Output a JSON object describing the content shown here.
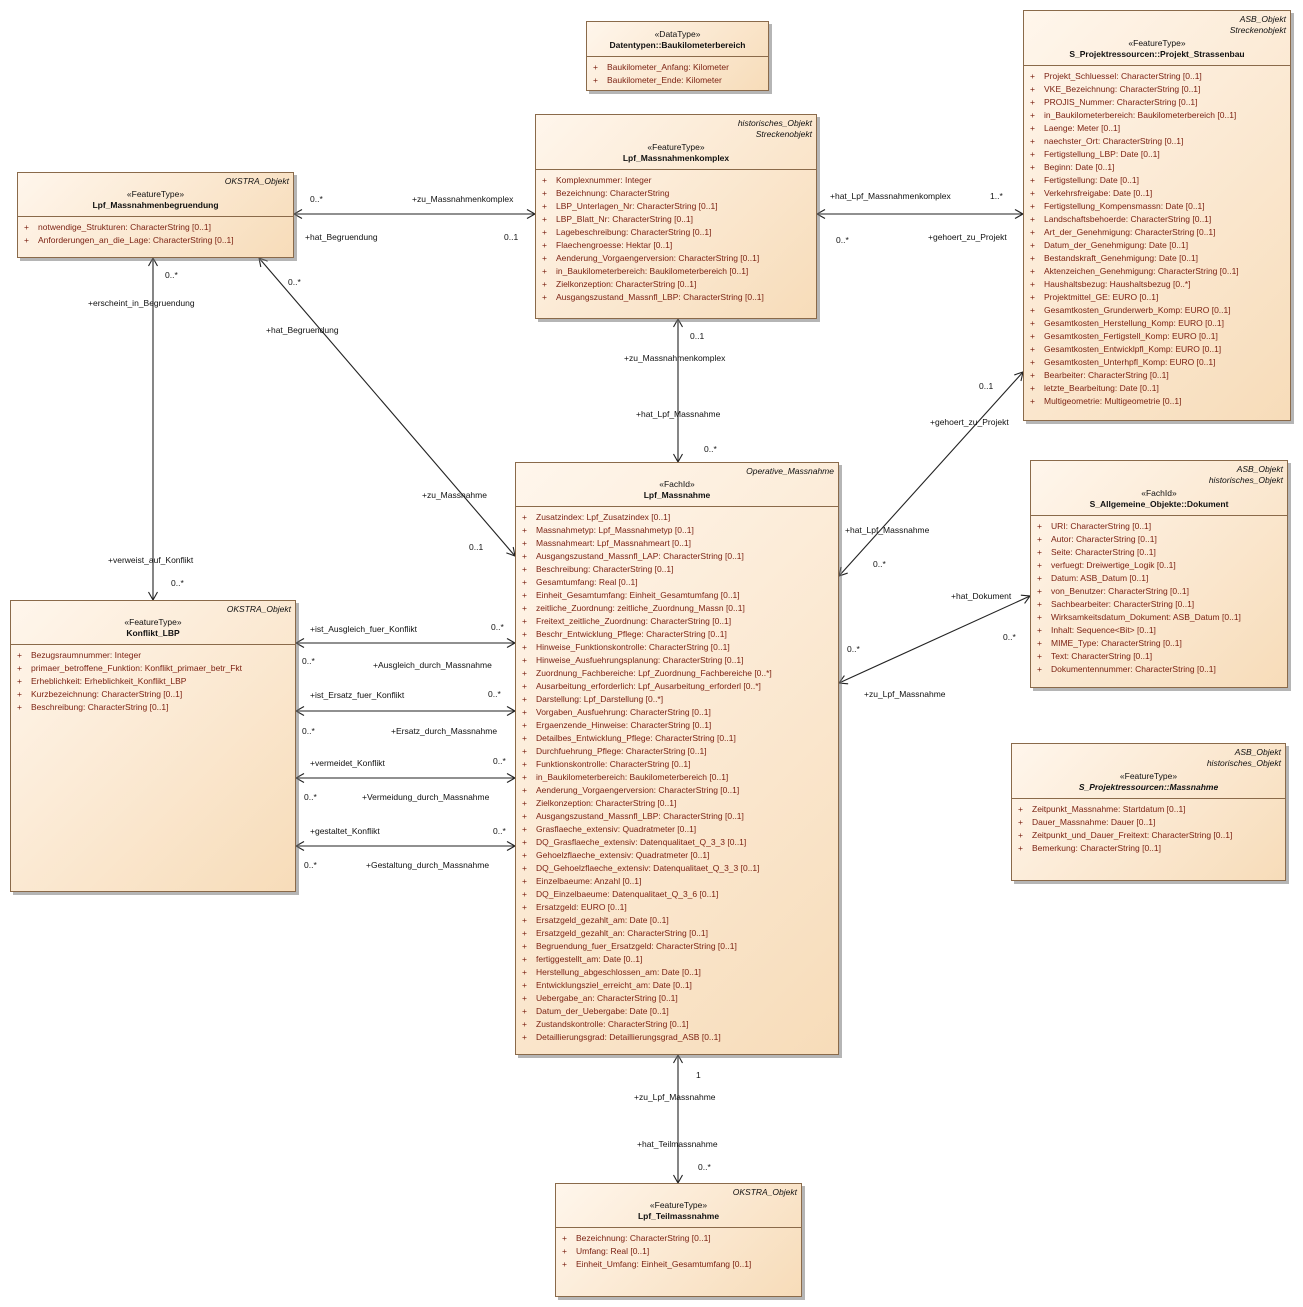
{
  "classes": [
    {
      "id": "baukilometerbereich",
      "parents": [],
      "stereotype": "«DataType»",
      "name": "Datentypen::Baukilometerbereich",
      "italic": false,
      "attributes": [
        {
          "vis": "+",
          "text": "Baukilometer_Anfang: Kilometer"
        },
        {
          "vis": "+",
          "text": "Baukilometer_Ende: Kilometer"
        }
      ]
    },
    {
      "id": "massnahmenkomplex",
      "parents": [
        "historisches_Objekt",
        "Streckenobjekt"
      ],
      "stereotype": "«FeatureType»",
      "name": "Lpf_Massnahmenkomplex",
      "italic": false,
      "attributes": [
        {
          "vis": "+",
          "text": "Komplexnummer: Integer"
        },
        {
          "vis": "+",
          "text": "Bezeichnung: CharacterString"
        },
        {
          "vis": "+",
          "text": "LBP_Unterlagen_Nr: CharacterString [0..1]"
        },
        {
          "vis": "+",
          "text": "LBP_Blatt_Nr: CharacterString [0..1]"
        },
        {
          "vis": "+",
          "text": "Lagebeschreibung: CharacterString [0..1]"
        },
        {
          "vis": "+",
          "text": "Flaechengroesse: Hektar [0..1]"
        },
        {
          "vis": "+",
          "text": "Aenderung_Vorgaengerversion: CharacterString [0..1]"
        },
        {
          "vis": "+",
          "text": "in_Baukilometerbereich: Baukilometerbereich [0..1]"
        },
        {
          "vis": "+",
          "text": "Zielkonzeption: CharacterString [0..1]"
        },
        {
          "vis": "+",
          "text": "Ausgangszustand_Massnfl_LBP: CharacterString [0..1]"
        }
      ]
    },
    {
      "id": "projekt",
      "parents": [
        "ASB_Objekt",
        "Streckenobjekt"
      ],
      "stereotype": "«FeatureType»",
      "name": "S_Projektressourcen::Projekt_Strassenbau",
      "italic": false,
      "attributes": [
        {
          "vis": "+",
          "text": "Projekt_Schluessel: CharacterString [0..1]"
        },
        {
          "vis": "+",
          "text": "VKE_Bezeichnung: CharacterString [0..1]"
        },
        {
          "vis": "+",
          "text": "PROJIS_Nummer: CharacterString [0..1]"
        },
        {
          "vis": "+",
          "text": "in_Baukilometerbereich: Baukilometerbereich [0..1]"
        },
        {
          "vis": "+",
          "text": "Laenge: Meter [0..1]"
        },
        {
          "vis": "+",
          "text": "naechster_Ort: CharacterString [0..1]"
        },
        {
          "vis": "+",
          "text": "Fertigstellung_LBP: Date [0..1]"
        },
        {
          "vis": "+",
          "text": "Beginn: Date [0..1]"
        },
        {
          "vis": "+",
          "text": "Fertigstellung: Date [0..1]"
        },
        {
          "vis": "+",
          "text": "Verkehrsfreigabe: Date [0..1]"
        },
        {
          "vis": "+",
          "text": "Fertigstellung_Kompensmassn: Date [0..1]"
        },
        {
          "vis": "+",
          "text": "Landschaftsbehoerde: CharacterString [0..1]"
        },
        {
          "vis": "+",
          "text": "Art_der_Genehmigung: CharacterString [0..1]"
        },
        {
          "vis": "+",
          "text": "Datum_der_Genehmigung: Date [0..1]"
        },
        {
          "vis": "+",
          "text": "Bestandskraft_Genehmigung: Date [0..1]"
        },
        {
          "vis": "+",
          "text": "Aktenzeichen_Genehmigung: CharacterString [0..1]"
        },
        {
          "vis": "+",
          "text": "Haushaltsbezug: Haushaltsbezug [0..*]"
        },
        {
          "vis": "+",
          "text": "Projektmittel_GE: EURO [0..1]"
        },
        {
          "vis": "+",
          "text": "Gesamtkosten_Grunderwerb_Komp: EURO [0..1]"
        },
        {
          "vis": "+",
          "text": "Gesamtkosten_Herstellung_Komp: EURO [0..1]"
        },
        {
          "vis": "+",
          "text": "Gesamtkosten_Fertigstell_Komp: EURO [0..1]"
        },
        {
          "vis": "+",
          "text": "Gesamtkosten_Entwicklpfl_Komp: EURO [0..1]"
        },
        {
          "vis": "+",
          "text": "Gesamtkosten_Unterhpfl_Komp: EURO [0..1]"
        },
        {
          "vis": "+",
          "text": "Bearbeiter: CharacterString [0..1]"
        },
        {
          "vis": "+",
          "text": "letzte_Bearbeitung: Date [0..1]"
        },
        {
          "vis": "+",
          "text": "Multigeometrie: Multigeometrie [0..1]"
        }
      ]
    },
    {
      "id": "begruendung",
      "parents": [
        "OKSTRA_Objekt"
      ],
      "stereotype": "«FeatureType»",
      "name": "Lpf_Massnahmenbegruendung",
      "italic": false,
      "attributes": [
        {
          "vis": "+",
          "text": "notwendige_Strukturen: CharacterString [0..1]"
        },
        {
          "vis": "+",
          "text": "Anforderungen_an_die_Lage: CharacterString [0..1]"
        }
      ]
    },
    {
      "id": "massnahme",
      "parents": [
        "Operative_Massnahme"
      ],
      "stereotype": "«FachId»",
      "name": "Lpf_Massnahme",
      "italic": false,
      "attributes": [
        {
          "vis": "+",
          "text": "Zusatzindex: Lpf_Zusatzindex [0..1]"
        },
        {
          "vis": "+",
          "text": "Massnahmetyp: Lpf_Massnahmetyp [0..1]"
        },
        {
          "vis": "+",
          "text": "Massnahmeart: Lpf_Massnahmeart [0..1]"
        },
        {
          "vis": "+",
          "text": "Ausgangszustand_Massnfl_LAP: CharacterString [0..1]"
        },
        {
          "vis": "+",
          "text": "Beschreibung: CharacterString [0..1]"
        },
        {
          "vis": "+",
          "text": "Gesamtumfang: Real [0..1]"
        },
        {
          "vis": "+",
          "text": "Einheit_Gesamtumfang: Einheit_Gesamtumfang [0..1]"
        },
        {
          "vis": "+",
          "text": "zeitliche_Zuordnung: zeitliche_Zuordnung_Massn [0..1]"
        },
        {
          "vis": "+",
          "text": "Freitext_zeitliche_Zuordnung: CharacterString [0..1]"
        },
        {
          "vis": "+",
          "text": "Beschr_Entwicklung_Pflege: CharacterString [0..1]"
        },
        {
          "vis": "+",
          "text": "Hinweise_Funktionskontrolle: CharacterString [0..1]"
        },
        {
          "vis": "+",
          "text": "Hinweise_Ausfuehrungsplanung: CharacterString [0..1]"
        },
        {
          "vis": "+",
          "text": "Zuordnung_Fachbereiche: Lpf_Zuordnung_Fachbereiche [0..*]"
        },
        {
          "vis": "+",
          "text": "Ausarbeitung_erforderlich: Lpf_Ausarbeitung_erforderl [0..*]"
        },
        {
          "vis": "+",
          "text": "Darstellung: Lpf_Darstellung [0..*]"
        },
        {
          "vis": "+",
          "text": "Vorgaben_Ausfuehrung: CharacterString [0..1]"
        },
        {
          "vis": "+",
          "text": "Ergaenzende_Hinweise: CharacterString [0..1]"
        },
        {
          "vis": "+",
          "text": "Detailbes_Entwicklung_Pflege: CharacterString [0..1]"
        },
        {
          "vis": "+",
          "text": "Durchfuehrung_Pflege: CharacterString [0..1]"
        },
        {
          "vis": "+",
          "text": "Funktionskontrolle: CharacterString [0..1]"
        },
        {
          "vis": "+",
          "text": "in_Baukilometerbereich: Baukilometerbereich [0..1]"
        },
        {
          "vis": "+",
          "text": "Aenderung_Vorgaengerversion: CharacterString [0..1]"
        },
        {
          "vis": "+",
          "text": "Zielkonzeption: CharacterString [0..1]"
        },
        {
          "vis": "+",
          "text": "Ausgangszustand_Massnfl_LBP: CharacterString [0..1]"
        },
        {
          "vis": "+",
          "text": "Grasflaeche_extensiv: Quadratmeter [0..1]"
        },
        {
          "vis": "+",
          "text": "DQ_Grasflaeche_extensiv: Datenqualitaet_Q_3_3 [0..1]"
        },
        {
          "vis": "+",
          "text": "Gehoelzflaeche_extensiv: Quadratmeter [0..1]"
        },
        {
          "vis": "+",
          "text": "DQ_Gehoelzflaeche_extensiv: Datenqualitaet_Q_3_3 [0..1]"
        },
        {
          "vis": "+",
          "text": "Einzelbaeume: Anzahl [0..1]"
        },
        {
          "vis": "+",
          "text": "DQ_Einzelbaeume: Datenqualitaet_Q_3_6 [0..1]"
        },
        {
          "vis": "+",
          "text": "Ersatzgeld: EURO [0..1]"
        },
        {
          "vis": "+",
          "text": "Ersatzgeld_gezahlt_am: Date [0..1]"
        },
        {
          "vis": "+",
          "text": "Ersatzgeld_gezahlt_an: CharacterString [0..1]"
        },
        {
          "vis": "+",
          "text": "Begruendung_fuer_Ersatzgeld: CharacterString [0..1]"
        },
        {
          "vis": "+",
          "text": "fertiggestellt_am: Date [0..1]"
        },
        {
          "vis": "+",
          "text": "Herstellung_abgeschlossen_am: Date [0..1]"
        },
        {
          "vis": "+",
          "text": "Entwicklungsziel_erreicht_am: Date [0..1]"
        },
        {
          "vis": "+",
          "text": "Uebergabe_an: CharacterString [0..1]"
        },
        {
          "vis": "+",
          "text": "Datum_der_Uebergabe: Date [0..1]"
        },
        {
          "vis": "+",
          "text": "Zustandskontrolle: CharacterString [0..1]"
        },
        {
          "vis": "+",
          "text": "Detaillierungsgrad: Detaillierungsgrad_ASB [0..1]"
        }
      ]
    },
    {
      "id": "dokument",
      "parents": [
        "ASB_Objekt",
        "historisches_Objekt"
      ],
      "stereotype": "«FachId»",
      "name": "S_Allgemeine_Objekte::Dokument",
      "italic": false,
      "attributes": [
        {
          "vis": "+",
          "text": "URI: CharacterString [0..1]"
        },
        {
          "vis": "+",
          "text": "Autor: CharacterString [0..1]"
        },
        {
          "vis": "+",
          "text": "Seite: CharacterString [0..1]"
        },
        {
          "vis": "+",
          "text": "verfuegt: Dreiwertige_Logik [0..1]"
        },
        {
          "vis": "+",
          "text": "Datum: ASB_Datum [0..1]"
        },
        {
          "vis": "+",
          "text": "von_Benutzer: CharacterString [0..1]"
        },
        {
          "vis": "+",
          "text": "Sachbearbeiter: CharacterString [0..1]"
        },
        {
          "vis": "+",
          "text": "Wirksamkeitsdatum_Dokument: ASB_Datum [0..1]"
        },
        {
          "vis": "+",
          "text": "Inhalt: Sequence<Bit> [0..1]"
        },
        {
          "vis": "+",
          "text": "MIME_Type: CharacterString [0..1]"
        },
        {
          "vis": "+",
          "text": "Text: CharacterString [0..1]"
        },
        {
          "vis": "+",
          "text": "Dokumentennummer: CharacterString [0..1]"
        }
      ]
    },
    {
      "id": "konflikt",
      "parents": [
        "OKSTRA_Objekt"
      ],
      "stereotype": "«FeatureType»",
      "name": "Konflikt_LBP",
      "italic": false,
      "attributes": [
        {
          "vis": "+",
          "text": "Bezugsraumnummer: Integer"
        },
        {
          "vis": "+",
          "text": "primaer_betroffene_Funktion: Konflikt_primaer_betr_Fkt"
        },
        {
          "vis": "+",
          "text": "Erheblichkeit: Erheblichkeit_Konflikt_LBP"
        },
        {
          "vis": "+",
          "text": "Kurzbezeichnung: CharacterString [0..1]"
        },
        {
          "vis": "+",
          "text": "Beschreibung: CharacterString [0..1]"
        }
      ]
    },
    {
      "id": "proj_massnahme",
      "parents": [
        "ASB_Objekt",
        "historisches_Objekt"
      ],
      "stereotype": "«FeatureType»",
      "name": "S_Projektressourcen::Massnahme",
      "italic": true,
      "attributes": [
        {
          "vis": "+",
          "text": "Zeitpunkt_Massnahme: Startdatum [0..1]"
        },
        {
          "vis": "+",
          "text": "Dauer_Massnahme: Dauer [0..1]"
        },
        {
          "vis": "+",
          "text": "Zeitpunkt_und_Dauer_Freitext: CharacterString [0..1]"
        },
        {
          "vis": "+",
          "text": "Bemerkung: CharacterString [0..1]"
        }
      ]
    },
    {
      "id": "teilmassnahme",
      "parents": [
        "OKSTRA_Objekt"
      ],
      "stereotype": "«FeatureType»",
      "name": "Lpf_Teilmassnahme",
      "italic": false,
      "attributes": [
        {
          "vis": "+",
          "text": "Bezeichnung: CharacterString [0..1]"
        },
        {
          "vis": "+",
          "text": "Umfang: Real [0..1]"
        },
        {
          "vis": "+",
          "text": "Einheit_Umfang: Einheit_Gesamtumfang [0..1]"
        }
      ]
    }
  ],
  "labels": [
    "0..*",
    "+zu_Massnahmenkomplex",
    "+hat_Begruendung",
    "0..1",
    "+hat_Lpf_Massnahmenkomplex",
    "1..*",
    "0..*",
    "+gehoert_zu_Projekt",
    "0..*",
    "+erscheint_in_Begruendung",
    "0..*",
    "+hat_Begruendung",
    "0..1",
    "+zu_Massnahmenkomplex",
    "+hat_Lpf_Massnahme",
    "0..*",
    "0..1",
    "+gehoert_zu_Projekt",
    "+hat_Lpf_Massnahme",
    "0..*",
    "+zu_Massnahme",
    "0..1",
    "+verweist_auf_Konflikt",
    "0..*",
    "+hat_Dokument",
    "0..*",
    "0..*",
    "+zu_Lpf_Massnahme",
    "+ist_Ausgleich_fuer_Konflikt",
    "0..*",
    "0..*",
    "+Ausgleich_durch_Massnahme",
    "+ist_Ersatz_fuer_Konflikt",
    "0..*",
    "0..*",
    "+Ersatz_durch_Massnahme",
    "+vermeidet_Konflikt",
    "0..*",
    "0..*",
    "+Vermeidung_durch_Massnahme",
    "+gestaltet_Konflikt",
    "0..*",
    "0..*",
    "+Gestaltung_durch_Massnahme",
    "1",
    "+zu_Lpf_Massnahme",
    "+hat_Teilmassnahme",
    "0..*"
  ]
}
